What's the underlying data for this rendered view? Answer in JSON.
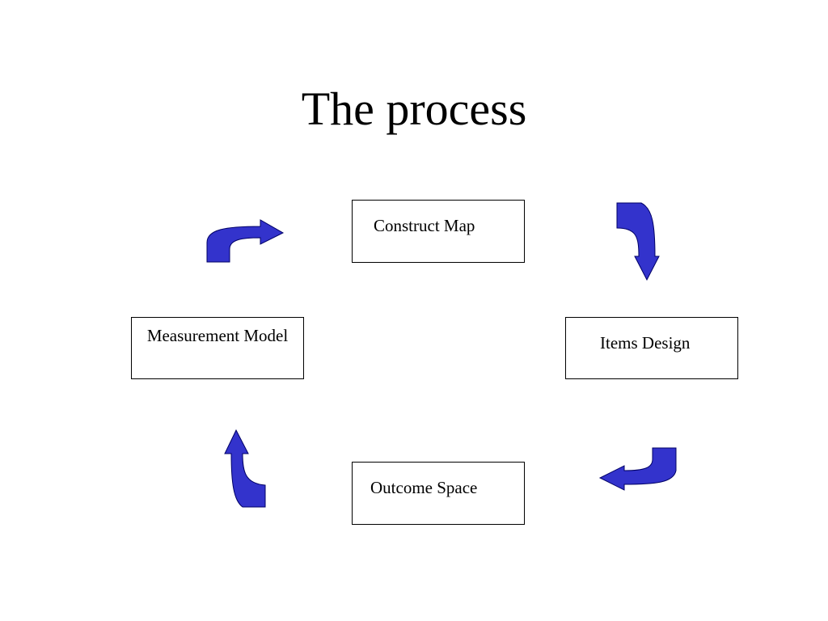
{
  "slide": {
    "title": "The process"
  },
  "diagram": {
    "nodes": [
      {
        "id": "construct-map",
        "label": "Construct Map"
      },
      {
        "id": "items-design",
        "label": "Items Design"
      },
      {
        "id": "outcome-space",
        "label": "Outcome Space"
      },
      {
        "id": "measurement-model",
        "label": "Measurement Model"
      }
    ],
    "edges": [
      {
        "from": "construct-map",
        "to": "items-design"
      },
      {
        "from": "items-design",
        "to": "outcome-space"
      },
      {
        "from": "outcome-space",
        "to": "measurement-model"
      },
      {
        "from": "measurement-model",
        "to": "construct-map"
      }
    ],
    "colors": {
      "arrow_fill": "#3333cc",
      "arrow_outline": "#000066",
      "box_border": "#000000",
      "background": "#ffffff"
    }
  }
}
